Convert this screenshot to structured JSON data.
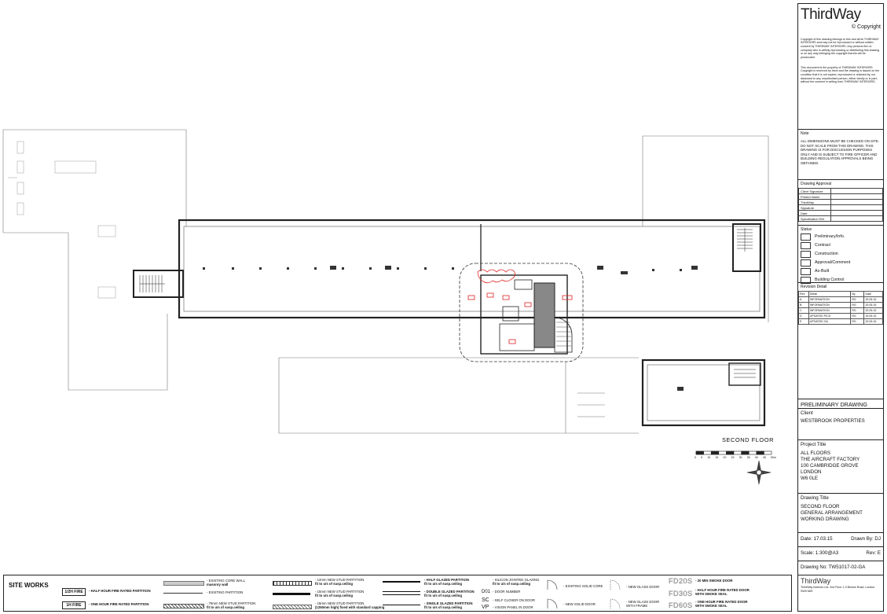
{
  "drawing": {
    "floor_label": "SECOND FLOOR",
    "scale_ticks": [
      "0",
      "5",
      "10",
      "15",
      "20",
      "25",
      "30",
      "35",
      "40",
      "45",
      "50m"
    ]
  },
  "title_block": {
    "logo": "ThirdWay",
    "copyright": "Copyright",
    "copyright_text": "Copyright of this drawing belongs to this and all its THIRDWAY INTERIORS and may not be reproduced or without written consent by THIRDWAY INTERIORS. Any persons firm or company who is wilfully reproducing or distributing this drawing or on any way infringing the copyright thereto will be prosecuted.",
    "property_text": "This document is the property of THIRDWAY INTERIORS. Copyright is reserved by them and the drawing is issued on the condition that it is not copied, reproduced or retained by, nor disclosed to any unauthorised person, either wholly or in part, without the consent in writing from THIRDWAY INTERIORS.",
    "note_label": "Note",
    "note_text": "ALL DIMENSIONS MUST BE CHECKED ON SITE. DO NOT SCALE FROM THIS DRAWING. THIS DRAWING IS FOR DISCUSSION PURPOSES ONLY AND IS SUBJECT TO FIRE OFFICER AND BUILDING REGULATION APPROVALS BEING OBTAINED.",
    "approval_label": "Drawing Approval",
    "approval_rows": [
      "Client Signature",
      "Printed Name",
      "ThirdWay",
      "Signature",
      "Date",
      "Specification Ref"
    ],
    "status_label": "Status",
    "status_items": [
      "Preliminary/Info.",
      "Contract",
      "Construction",
      "Approval/Comment",
      "As-Built",
      "Building Control"
    ],
    "revision_label": "Revision Detail",
    "revision_headers": [
      "Rev.",
      "Detail",
      "By",
      "Date"
    ],
    "revisions": [
      [
        "A",
        "INFORMATION",
        "RG",
        "20.05.15"
      ],
      [
        "B",
        "INFORMATION",
        "RG",
        "20.05.15"
      ],
      [
        "C",
        "INFORMATION",
        "RG",
        "20.05.15"
      ],
      [
        "D",
        "UPDATED PICS",
        "RG",
        "20.05.15"
      ],
      [
        "E",
        "UPDATED GA",
        "RG",
        "20.05.15"
      ]
    ],
    "preliminary": "PRELIMINARY DRAWING",
    "client_label": "Client",
    "client": "WESTBROOK PROPERTIES",
    "project_label": "Project Title",
    "project_lines": [
      "ALL FLOORS",
      "THE AIRCRAFT FACTORY",
      "100 CAMBRIDGE GROVE",
      "LONDON",
      "W6 0LE"
    ],
    "drawing_title_label": "Drawing Title",
    "drawing_title_lines": [
      "SECOND FLOOR",
      "GENERAL ARRANGEMENT",
      "WORKING DRAWING"
    ],
    "date": "Date: 17.03.15",
    "drawn_by": "Drawn By: DJ",
    "scale": "Scale: 1:300@A3",
    "rev": "Rev: E",
    "drawing_no": "Drawing No: TW51017-02-GA",
    "footer_logo": "ThirdWay",
    "footer_text": "ThirdWay Interiors Ltd. 2nd Floor 1-3 Brixton Road, London SW9 6DE"
  },
  "legend": {
    "site_works": "SITE WORKS",
    "half_hour_tag": "1/2H FIRE",
    "half_hour": "- HALF HOUR FIRE RATED PARTITION",
    "one_hour_tag": "1H FIRE",
    "one_hour": "- ONE HOUR FIRE RATED PARTITION",
    "existing_core_wall": "- EXISTING CORE WALL",
    "masonry_wall": "masonry wall",
    "existing_partition": "- EXISTING PARTITION",
    "new_stud_1": "- 12mm NEW STUD PARTITION",
    "new_stud_1b": "fit to u/s of susp.ceiling",
    "new_stud_2": "- 15mm NEW STUD PARTITION",
    "new_stud_2b": "fit to u/s of susp.ceiling",
    "new_stud_3": "- 75mm NEW STUD PARTITION",
    "new_stud_3b": "fit to u/s of susp.ceiling",
    "new_stud_4": "- 15mm NEW STUD PARTITION",
    "new_stud_4b": "(1250mm high) fixed with standard capping",
    "half_glazed": "- HALF GLAZED PARTITION",
    "half_glazed_b": "fit to u/s of susp.ceiling",
    "double_glazed": "- DOUBLE GLAZED PARTITION",
    "double_glazed_b": "fit to u/s of susp.ceiling",
    "single_glazed": "- SINGLE GLAZED PARTITION",
    "single_glazed_b": "fit to u/s of susp.ceiling",
    "silicon_jointed": "- SILICON JOINTED GLAZING",
    "silicon_jointed_b": "fit to u/s of susp.ceiling",
    "door_number_tag": "D01",
    "door_number": "- DOOR NUMBER",
    "self_closer_tag": "SC",
    "self_closer": "- SELF CLOSER ON DOOR",
    "vision_tag": "VP",
    "vision": "- VISION PANEL IN DOOR",
    "existing_solid_core": "- EXISTING SOLID CORE",
    "new_solid_door": "- NEW SOLID DOOR",
    "new_glass_door": "- NEW GLASS DOOR",
    "new_glass_door_frame": "- NEW GLASS DOOR",
    "new_glass_door_frame_b": "WITH FRAME",
    "fd20_tag": "FD20S",
    "fd20": "- 20 MIN SMOKE DOOR",
    "fd30_tag": "FD30S",
    "fd30": "- HALF HOUR FIRE RATED DOOR",
    "fd30_b": "WITH SMOKE SEAL",
    "fd60_tag": "FD60S",
    "fd60": "- ONE HOUR FIRE RATED DOOR",
    "fd60_b": "WITH SMOKE SEAL"
  }
}
